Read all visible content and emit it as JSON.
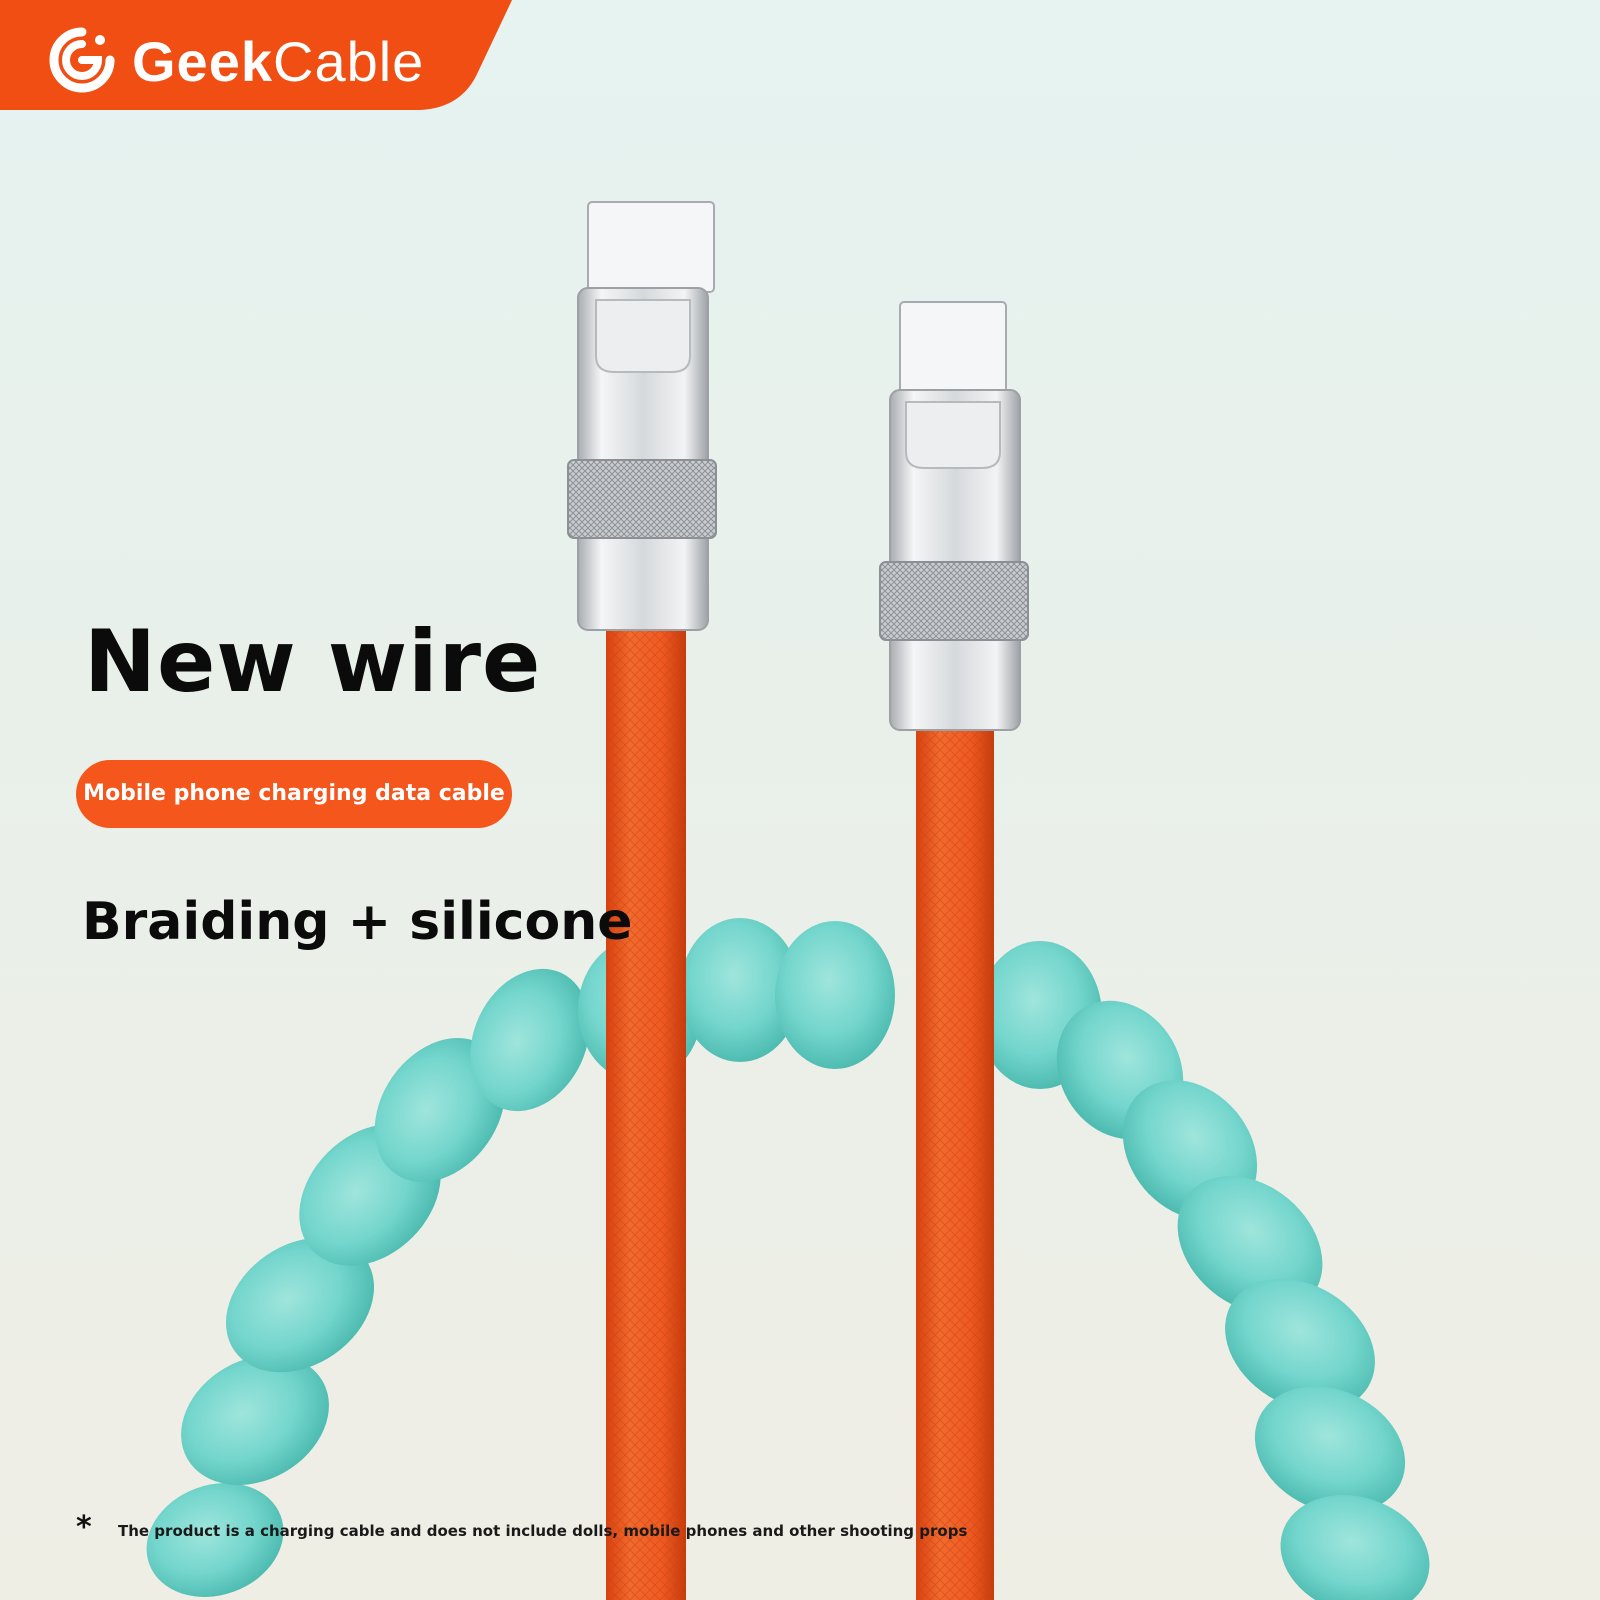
{
  "brand": {
    "logo_glyph": "G",
    "name_bold": "Geek",
    "name_light": "Cable",
    "banner_color": "#f04e12"
  },
  "headline": "New wire",
  "tagline": "Mobile phone charging data cable",
  "subheadline": "Braiding + silicone",
  "disclaimer": {
    "marker": "*",
    "text": "The product is a charging cable and does not include dolls, mobile phones and other shooting props"
  },
  "colors": {
    "accent": "#f4561c",
    "cable_braid": "#f05a22",
    "coil": "#74d6cd",
    "metal": "#d9dcdf"
  },
  "icons": {
    "logo": "geekcable-logo-icon",
    "connector": "usb-c-connector-icon"
  }
}
